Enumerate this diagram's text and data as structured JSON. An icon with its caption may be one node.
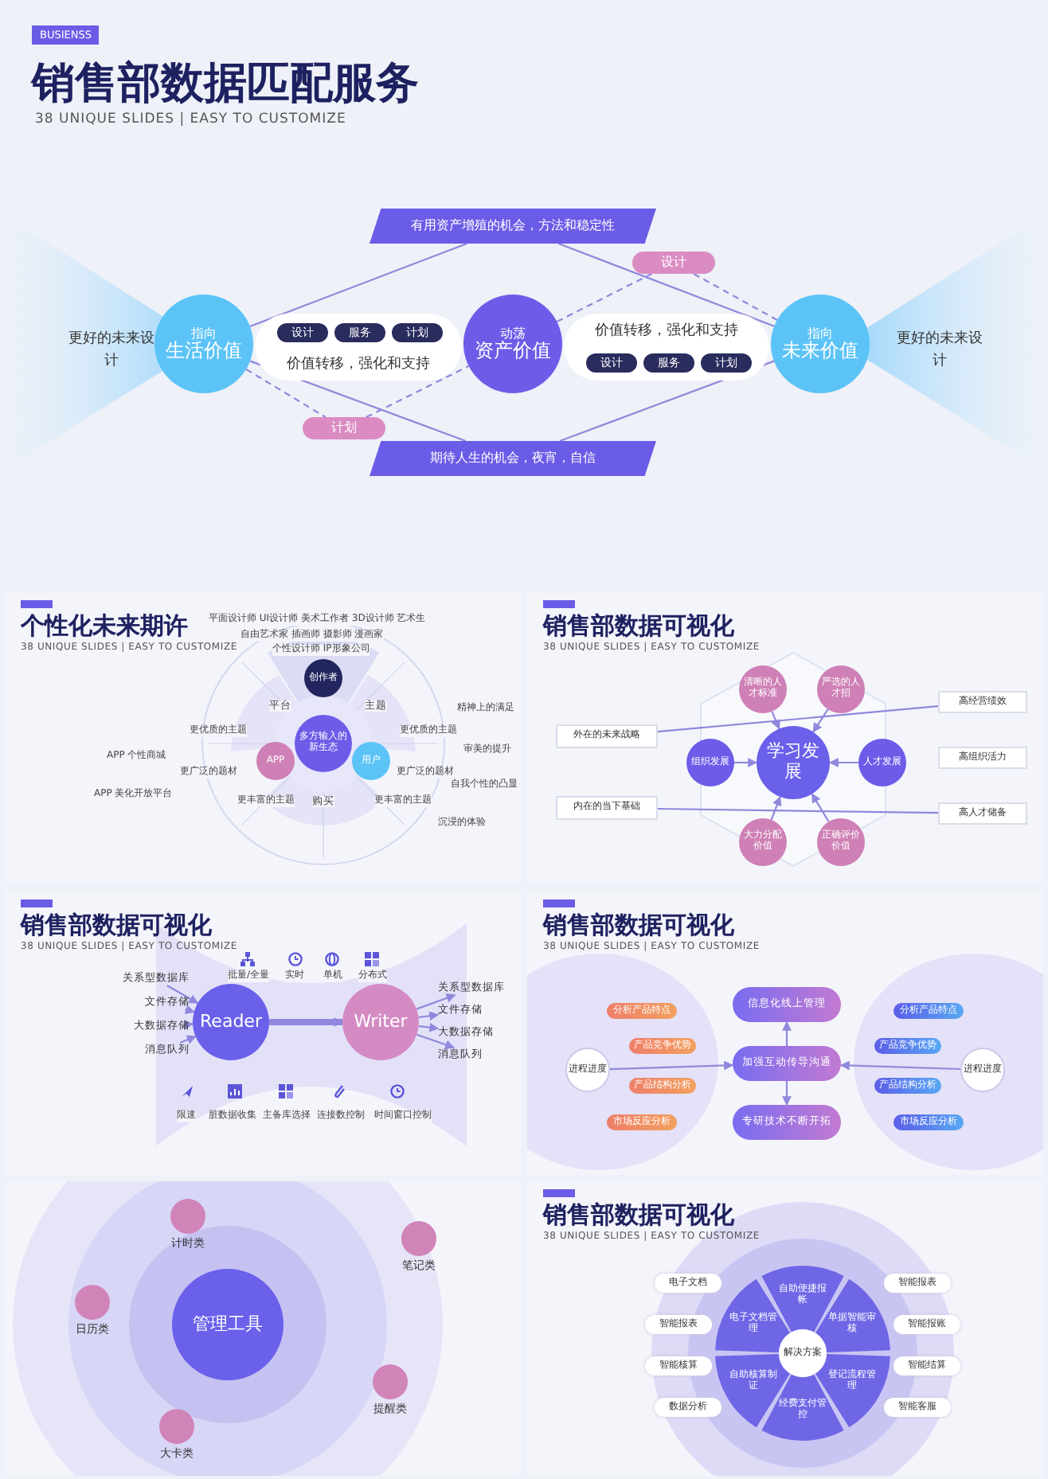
{
  "diagram": {
    "title": "销售部数据匹配服务",
    "nodes": [
      {
        "text": [
          "指向",
          "生活价值"
        ],
        "beside": [
          "更好的未来设计"
        ]
      },
      {
        "text": [
          "价值转移，强化和支持"
        ]
      },
      {
        "text": [
          "设计"
        ],
        "in": 1
      },
      {
        "text": [
          "服务"
        ],
        "in": 1
      },
      {
        "text": [
          "计划"
        ],
        "in": 1
      },
      {
        "text": [
          "动荡",
          "资产价值"
        ]
      },
      {
        "text": [
          "价值转移，强化和支持"
        ]
      },
      {
        "text": [
          "设计"
        ],
        "in": 6
      },
      {
        "text": [
          "服务"
        ],
        "in": 6
      },
      {
        "text": [
          "计划"
        ],
        "in": 6
      },
      {
        "text": [
          "指向",
          "未来价值"
        ],
        "beside": [
          "更好的未来设计"
        ]
      },
      {
        "text": [
          "有用资产增殖的机会，方法和稳定性"
        ]
      },
      {
        "text": [
          "期待人生的机会，夜宵，自信"
        ]
      },
      {
        "text": [
          "设计"
        ]
      },
      {
        "text": [
          "计划"
        ]
      },
      {
        "text": [
          "个性化未来期许",
          "38 UNIQUE SLIDES | EASY TO CUSTOMIZE"
        ]
      },
      {
        "text": [
          "多方输入的新生态"
        ],
        "in": 15
      },
      {
        "text": [
          "创作者"
        ],
        "in": 15
      },
      {
        "text": [
          "APP"
        ],
        "in": 15
      },
      {
        "text": [
          "用户"
        ],
        "in": 15
      },
      {
        "text": [
          "销售部数据可视化",
          "38 UNIQUE SLIDES | EASY TO CUSTOMIZE"
        ]
      },
      {
        "text": [
          "学习发展"
        ],
        "in": 20
      },
      {
        "text": [
          "清晰的人才标准"
        ],
        "in": 20
      },
      {
        "text": [
          "严选的人才招"
        ],
        "in": 20
      },
      {
        "text": [
          "组织发展"
        ],
        "in": 20
      },
      {
        "text": [
          "人才发展"
        ],
        "in": 20
      },
      {
        "text": [
          "大力分配价值"
        ],
        "in": 20
      },
      {
        "text": [
          "正确评价价值"
        ],
        "in": 20
      },
      {
        "text": [
          "外在的未来战略"
        ],
        "in": 20
      },
      {
        "text": [
          "内在的当下基础"
        ],
        "in": 20
      },
      {
        "text": [
          "高经营绩效"
        ],
        "in": 20
      },
      {
        "text": [
          "高组织活力"
        ],
        "in": 20
      },
      {
        "text": [
          "高人才储备"
        ],
        "in": 20
      },
      {
        "text": [
          "销售部数据可视化",
          "38 UNIQUE SLIDES | EASY TO CUSTOMIZE"
        ]
      },
      {
        "text": [
          "Reader"
        ],
        "in": 33
      },
      {
        "text": [
          "Writer"
        ],
        "in": 33
      },
      {
        "text": [
          "关系型数据库"
        ],
        "in": 33
      },
      {
        "text": [
          "文件存储"
        ],
        "in": 33
      },
      {
        "text": [
          "大数据存储"
        ],
        "in": 33
      },
      {
        "text": [
          "消息队列"
        ],
        "in": 33
      },
      {
        "text": [
          "关系型数据库"
        ],
        "in": 33
      },
      {
        "text": [
          "文件存储"
        ],
        "in": 33
      },
      {
        "text": [
          "大数据存储"
        ],
        "in": 33
      },
      {
        "text": [
          "消息队列"
        ],
        "in": 33
      },
      {
        "text": [
          "销售部数据可视化",
          "38 UNIQUE SLIDES | EASY TO CUSTOMIZE"
        ]
      },
      {
        "text": [
          "信息化线上管理"
        ],
        "in": 44
      },
      {
        "text": [
          "加强互动传导沟通"
        ],
        "in": 44
      },
      {
        "text": [
          "专研技术不断开拓"
        ],
        "in": 44
      },
      {
        "text": [
          "进程进度"
        ],
        "in": 44
      },
      {
        "text": [
          "分析产品特点"
        ],
        "in": 44
      },
      {
        "text": [
          "产品竞争优势"
        ],
        "in": 44
      },
      {
        "text": [
          "产品结构分析"
        ],
        "in": 44
      },
      {
        "text": [
          "市场反应分析"
        ],
        "in": 44
      },
      {
        "text": [
          "进程进度"
        ],
        "in": 44
      },
      {
        "text": [
          "分析产品特点"
        ],
        "in": 44
      },
      {
        "text": [
          "产品竞争优势"
        ],
        "in": 44
      },
      {
        "text": [
          "产品结构分析"
        ],
        "in": 44
      },
      {
        "text": [
          "市场反应分析"
        ],
        "in": 44
      },
      {
        "text": [],
        "shape": "box"
      },
      {
        "text": [
          "管理工具"
        ],
        "in": 58
      },
      {
        "text": [
          "计时类"
        ],
        "in": 58
      },
      {
        "text": [
          "笔记类"
        ],
        "in": 58
      },
      {
        "text": [
          "日历类"
        ],
        "in": 58
      },
      {
        "text": [
          "提醒类"
        ],
        "in": 58
      },
      {
        "text": [
          "大卡类"
        ],
        "in": 58
      },
      {
        "text": [
          "销售部数据可视化",
          "38 UNIQUE SLIDES | EASY TO CUSTOMIZE"
        ]
      },
      {
        "text": [
          "解决方案"
        ],
        "in": 65
      },
      {
        "text": [
          "自助便捷报帐"
        ],
        "in": 65
      },
      {
        "text": [
          "单据智能审核"
        ],
        "in": 65
      },
      {
        "text": [
          "登记流程管理"
        ],
        "in": 65
      },
      {
        "text": [
          "经费支付管控"
        ],
        "in": 65
      },
      {
        "text": [
          "自助核算制证"
        ],
        "in": 65
      },
      {
        "text": [
          "电子文档管理"
        ],
        "in": 65
      },
      {
        "text": [
          "电子文档"
        ],
        "in": 65
      },
      {
        "text": [
          "智能报表"
        ],
        "in": 65
      },
      {
        "text": [
          "智能核算"
        ],
        "in": 65
      },
      {
        "text": [
          "数据分析"
        ],
        "in": 65
      },
      {
        "text": [
          "智能报表"
        ],
        "in": 65
      },
      {
        "text": [
          "智能报账"
        ],
        "in": 65
      },
      {
        "text": [
          "智能结算"
        ],
        "in": 65
      },
      {
        "text": [
          "智能客服"
        ],
        "in": 65
      }
    ],
    "edges": [
      {
        "from": 0,
        "to": 11,
        "arrow": "none"
      },
      {
        "from": 11,
        "to": 10,
        "arrow": "none"
      },
      {
        "from": 0,
        "to": 12,
        "arrow": "none"
      },
      {
        "from": 12,
        "to": 10,
        "arrow": "none"
      },
      {
        "from": 5,
        "to": 13,
        "arrow": "none",
        "style": "dashed"
      },
      {
        "from": 13,
        "to": 10,
        "arrow": "none",
        "style": "dashed"
      },
      {
        "from": 0,
        "to": 14,
        "arrow": "none",
        "style": "dashed"
      },
      {
        "from": 14,
        "to": 5,
        "arrow": "none",
        "style": "dashed"
      },
      {
        "from": 22,
        "to": 21,
        "arrow": "to"
      },
      {
        "from": 23,
        "to": 21,
        "arrow": "to"
      },
      {
        "from": 24,
        "to": 21,
        "arrow": "to"
      },
      {
        "from": 25,
        "to": 21,
        "arrow": "to"
      },
      {
        "from": 26,
        "to": 21,
        "arrow": "to"
      },
      {
        "from": 27,
        "to": 21,
        "arrow": "to"
      },
      {
        "from": 28,
        "to": 30,
        "arrow": "none"
      },
      {
        "from": 29,
        "to": 32,
        "arrow": "none"
      },
      {
        "from": 36,
        "to": 34,
        "arrow": "to"
      },
      {
        "from": 37,
        "to": 34,
        "arrow": "to"
      },
      {
        "from": 38,
        "to": 34,
        "arrow": "to"
      },
      {
        "from": 39,
        "to": 34,
        "arrow": "to"
      },
      {
        "from": 34,
        "to": 35,
        "arrow": "to",
        "style": "thick"
      },
      {
        "from": 35,
        "to": 40,
        "arrow": "to"
      },
      {
        "from": 35,
        "to": 41,
        "arrow": "to"
      },
      {
        "from": 35,
        "to": 42,
        "arrow": "to"
      },
      {
        "from": 35,
        "to": 43,
        "arrow": "to"
      },
      {
        "from": 46,
        "to": 45,
        "arrow": "to"
      },
      {
        "from": 46,
        "to": 47,
        "arrow": "to"
      },
      {
        "from": 48,
        "to": 46,
        "arrow": "to"
      },
      {
        "from": 53,
        "to": 46,
        "arrow": "to"
      }
    ],
    "labels": [
      "BUSIENSS",
      "38 UNIQUE SLIDES | EASY TO CUSTOMIZE",
      "平面设计师 UI设计师 美术工作者 3D设计师 艺术生",
      "自由艺术家 插画师 摄影师 漫画家",
      "个性设计师 IP形象公司",
      "平台",
      "主题",
      "购买",
      "更优质的主题",
      "更广泛的题材",
      "更丰富的主题",
      "更优质的主题",
      "更广泛的题材",
      "更丰富的主题",
      "APP 个性商城",
      "APP 美化开放平台",
      "精神上的满足",
      "审美的提升",
      "自我个性的凸显",
      "沉浸的体验",
      "批量/全量",
      "实时",
      "单机",
      "分布式",
      "限速",
      "脏数据收集",
      "主备库选择",
      "连接数控制",
      "时间窗口控制"
    ]
  }
}
